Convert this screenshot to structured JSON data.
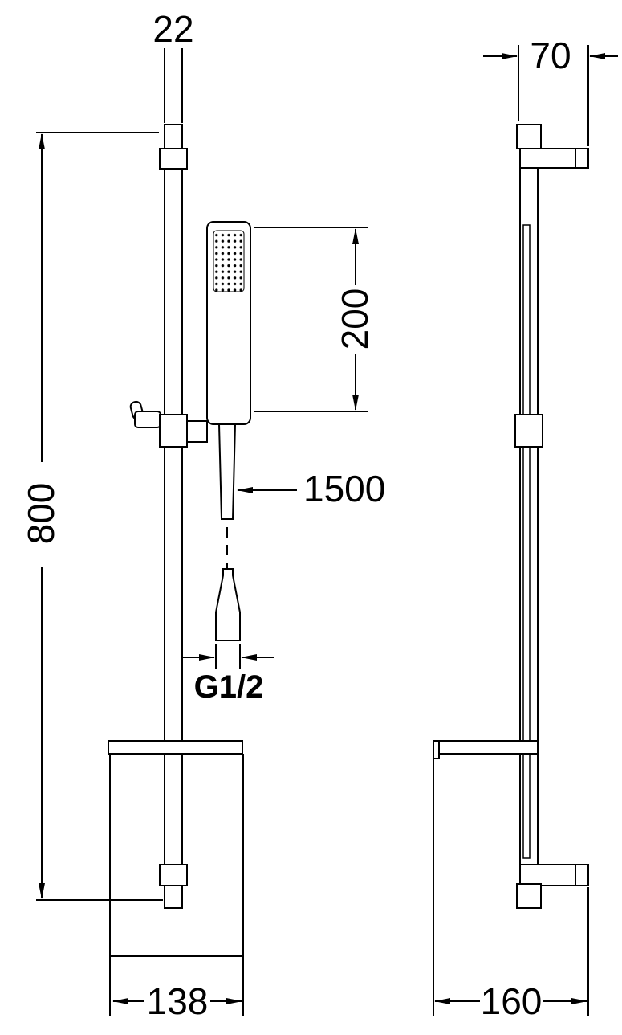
{
  "dimensions": {
    "rail_width": "22",
    "bracket_depth": "70",
    "bar_height": "800",
    "handset_length": "200",
    "hose_length": "1500",
    "thread": "G1/2",
    "shelf_width": "138",
    "shelf_depth": "160"
  },
  "colors": {
    "line": "#000000",
    "background": "#ffffff"
  }
}
